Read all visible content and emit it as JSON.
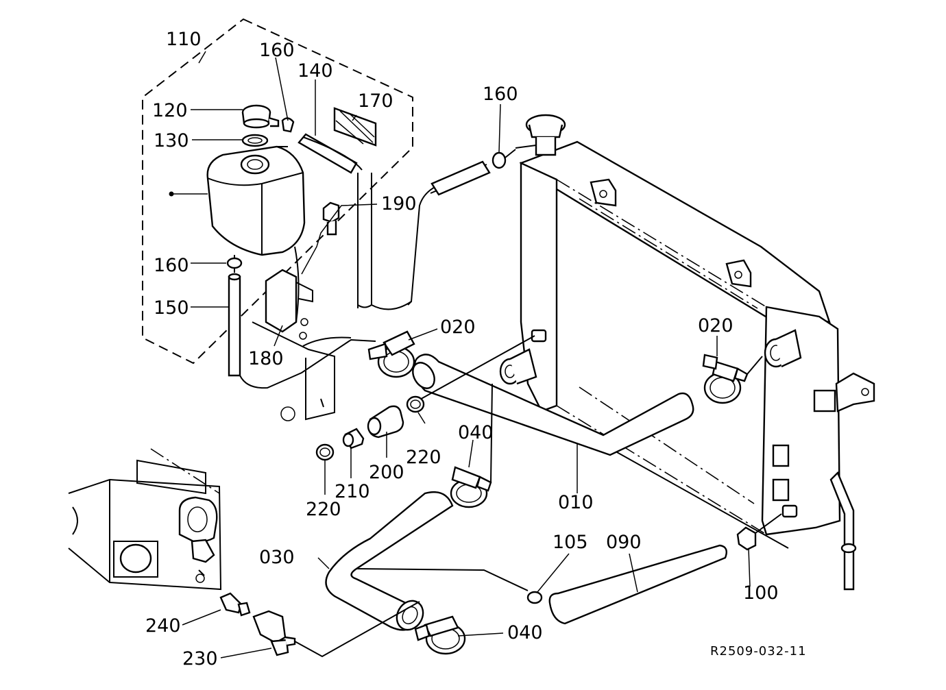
{
  "diagram": {
    "reference_code": "R2509-032-11",
    "part_labels": {
      "p010": "010",
      "p020_left": "020",
      "p020_right": "020",
      "p030": "030",
      "p040_upper": "040",
      "p040_lower": "040",
      "p090": "090",
      "p100": "100",
      "p105": "105",
      "p110": "110",
      "p120": "120",
      "p130": "130",
      "p140": "140",
      "p150": "150",
      "p160_top": "160",
      "p160_mid": "160",
      "p160_right": "160",
      "p170": "170",
      "p180": "180",
      "p190": "190",
      "p200": "200",
      "p210": "210",
      "p220_upper": "220",
      "p220_lower": "220",
      "p230": "230",
      "p240": "240"
    }
  }
}
